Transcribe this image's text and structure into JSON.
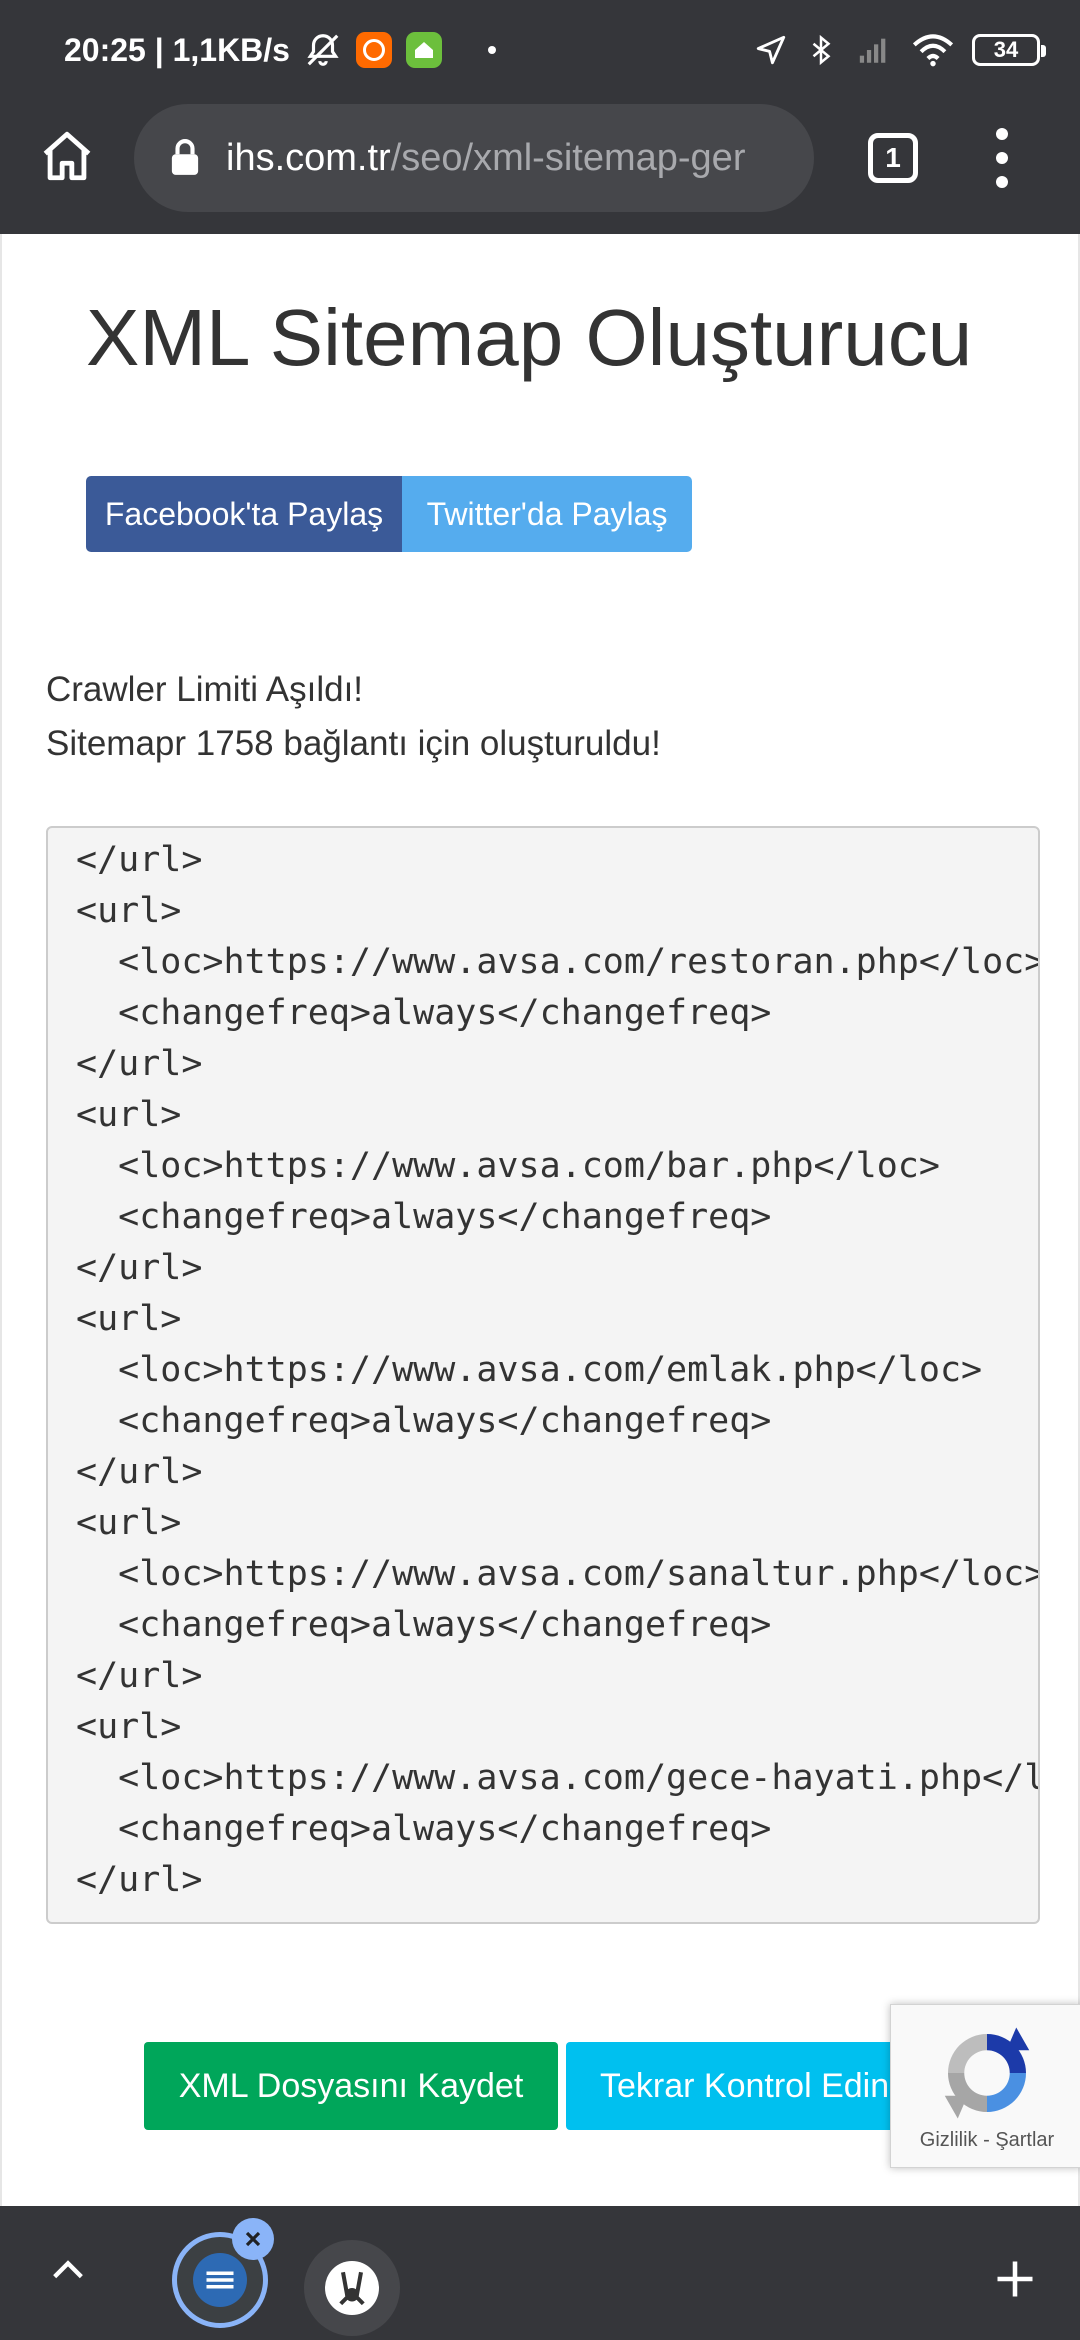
{
  "status_bar": {
    "time_speed": "20:25 | 1,1KB/s",
    "battery": "34"
  },
  "browser": {
    "url_domain": "ihs.com.tr",
    "url_path": "/seo/xml-sitemap-ger",
    "tab_count": "1"
  },
  "page": {
    "title": "XML Sitemap Oluşturucu",
    "share_facebook": "Facebook'ta Paylaş",
    "share_twitter": "Twitter'da Paylaş",
    "message_1": "Crawler Limiti Aşıldı!",
    "message_2": "Sitemapr 1758 bağlantı için oluşturuldu!",
    "code_lines": [
      "</url>",
      "<url>",
      "  <loc>https://www.avsa.com/restoran.php</loc>",
      "  <changefreq>always</changefreq>",
      "</url>",
      "<url>",
      "  <loc>https://www.avsa.com/bar.php</loc>",
      "  <changefreq>always</changefreq>",
      "</url>",
      "<url>",
      "  <loc>https://www.avsa.com/emlak.php</loc>",
      "  <changefreq>always</changefreq>",
      "</url>",
      "<url>",
      "  <loc>https://www.avsa.com/sanaltur.php</loc>",
      "  <changefreq>always</changefreq>",
      "</url>",
      "<url>",
      "  <loc>https://www.avsa.com/gece-hayati.php</loc>",
      "  <changefreq>always</changefreq>",
      "</url>"
    ],
    "save_button": "XML Dosyasını Kaydet",
    "recheck_button": "Tekrar Kontrol Edin",
    "recaptcha_text": "Gizlilik - Şartlar"
  },
  "colors": {
    "chrome_dark": "#35363a",
    "facebook": "#3b5a98",
    "twitter": "#55acee",
    "save_green": "#00a65a",
    "recheck_cyan": "#00c0ef"
  },
  "icons": [
    "bell-off-icon",
    "mi-app-icon",
    "home-app-icon",
    "location-icon",
    "bluetooth-icon",
    "signal-icon",
    "wifi-icon",
    "battery-icon",
    "home-icon",
    "lock-icon",
    "tabs-icon",
    "more-vert-icon",
    "recaptcha-icon",
    "chevron-up-icon",
    "close-icon",
    "plus-icon"
  ]
}
